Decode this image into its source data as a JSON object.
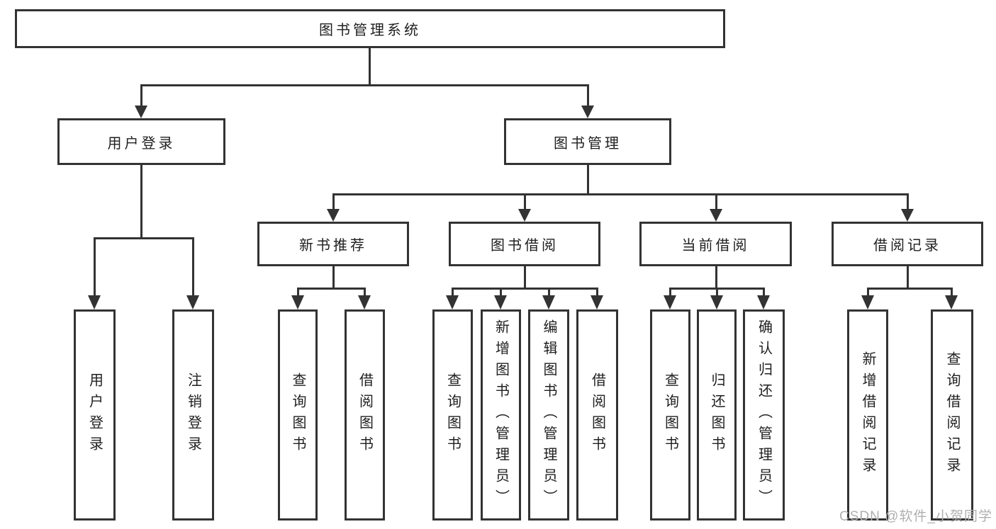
{
  "colors": {
    "line": "#333333",
    "text": "#1f1f1f",
    "watermark": "#b0b0b0",
    "background": "#ffffff"
  },
  "diagram": {
    "root": {
      "label": "图书管理系统"
    },
    "branches": [
      {
        "label": "用户登录",
        "children": [
          {
            "label": "用户登录"
          },
          {
            "label": "注销登录"
          }
        ]
      },
      {
        "label": "图书管理",
        "groups": [
          {
            "label": "新书推荐",
            "children": [
              {
                "label": "查询图书"
              },
              {
                "label": "借阅图书"
              }
            ]
          },
          {
            "label": "图书借阅",
            "children": [
              {
                "label": "查询图书"
              },
              {
                "label": "新增图书（管理员）"
              },
              {
                "label": "编辑图书（管理员）"
              },
              {
                "label": "借阅图书"
              }
            ]
          },
          {
            "label": "当前借阅",
            "children": [
              {
                "label": "查询图书"
              },
              {
                "label": "归还图书"
              },
              {
                "label": "确认归还（管理员）"
              }
            ]
          },
          {
            "label": "借阅记录",
            "children": [
              {
                "label": "新增借阅记录"
              },
              {
                "label": "查询借阅记录"
              }
            ]
          }
        ]
      }
    ]
  },
  "watermark": {
    "text": "CSDN @软件_小贺同学"
  }
}
